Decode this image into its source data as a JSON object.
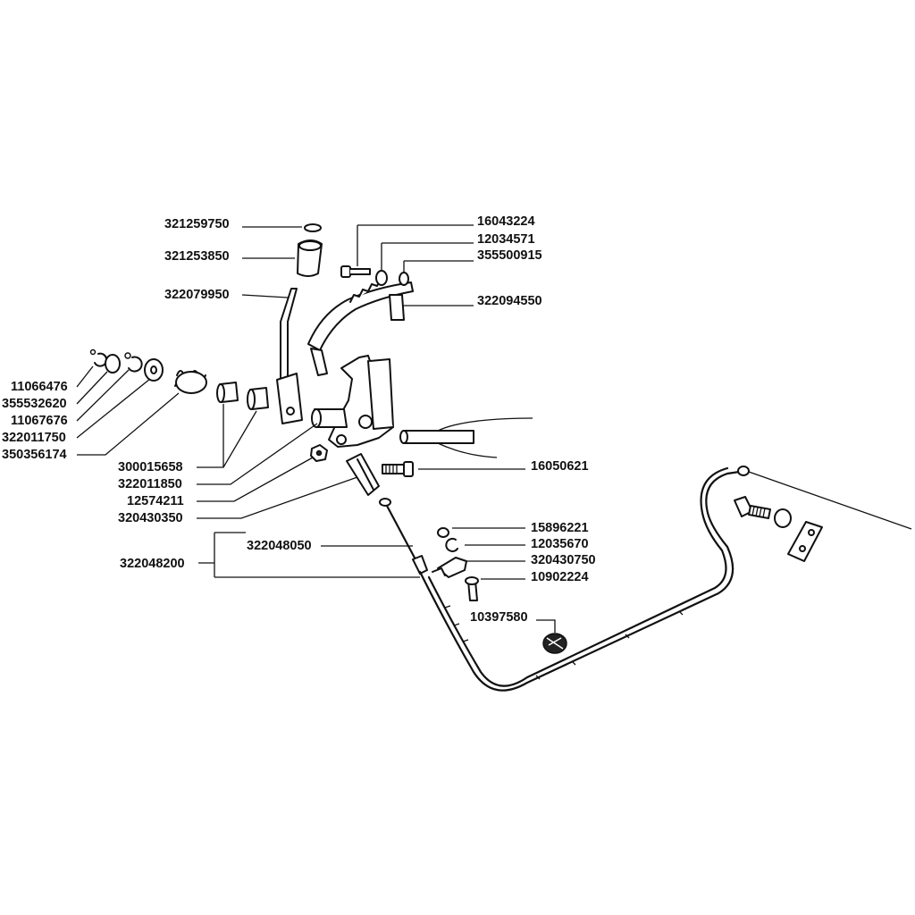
{
  "labels": {
    "p321259750": "321259750",
    "p321253850": "321253850",
    "p322079950": "322079950",
    "p16043224": "16043224",
    "p12034571": "12034571",
    "p355500915": "355500915",
    "p322094550": "322094550",
    "p11066476": "11066476",
    "p355532620": "355532620",
    "p11067676": "11067676",
    "p322011750": "322011750",
    "p350356174": "350356174",
    "p300015658": "300015658",
    "p322011850": "322011850",
    "p12574211": "12574211",
    "p320430350": "320430350",
    "p16050621": "16050621",
    "p322048200": "322048200",
    "p322048050": "322048050",
    "p15896221": "15896221",
    "p12035670": "12035670",
    "p320430750": "320430750",
    "p10902224": "10902224",
    "p10397580": "10397580"
  }
}
